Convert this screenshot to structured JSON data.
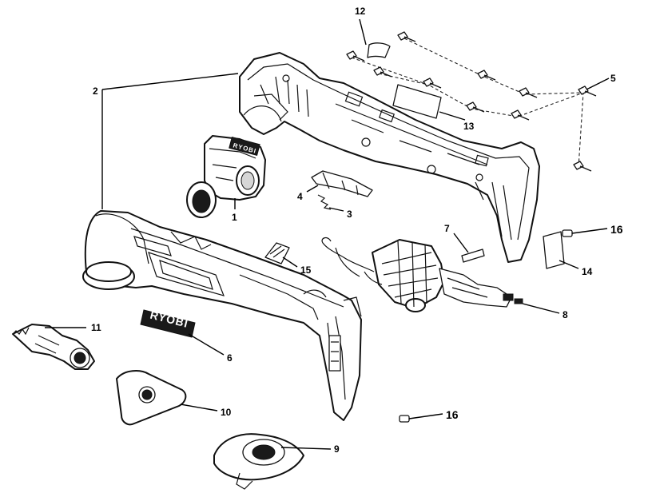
{
  "diagram": {
    "callouts": [
      {
        "id": "p1",
        "label": "1"
      },
      {
        "id": "p2",
        "label": "2"
      },
      {
        "id": "p3",
        "label": "3"
      },
      {
        "id": "p4",
        "label": "4"
      },
      {
        "id": "p5",
        "label": "5"
      },
      {
        "id": "p6",
        "label": "6"
      },
      {
        "id": "p7",
        "label": "7"
      },
      {
        "id": "p8",
        "label": "8"
      },
      {
        "id": "p9",
        "label": "9"
      },
      {
        "id": "p10",
        "label": "10"
      },
      {
        "id": "p11",
        "label": "11"
      },
      {
        "id": "p12",
        "label": "12"
      },
      {
        "id": "p13",
        "label": "13"
      },
      {
        "id": "p14",
        "label": "14"
      },
      {
        "id": "p15",
        "label": "15"
      },
      {
        "id": "p16a",
        "label": "16"
      },
      {
        "id": "p16b",
        "label": "16"
      }
    ],
    "logo_text": "RYOBI",
    "head_logo_text": "RYOBI"
  }
}
